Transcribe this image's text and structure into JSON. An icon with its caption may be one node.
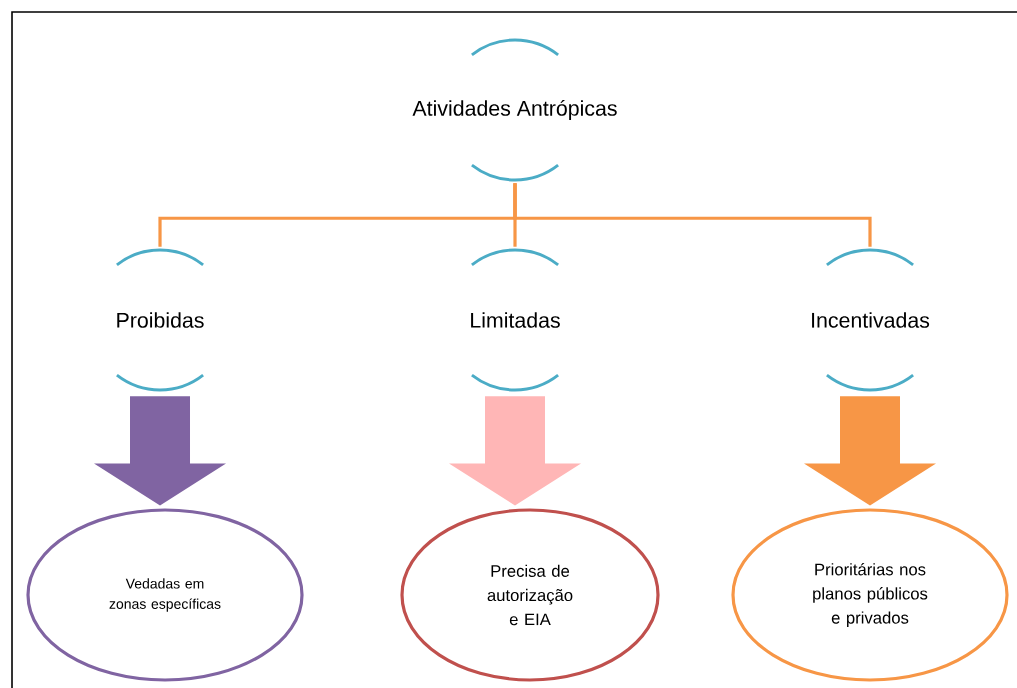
{
  "diagram": {
    "nodes": [
      {
        "text": [
          "Atividades Antrópicas"
        ]
      },
      {
        "text": [
          "Proibidas"
        ]
      },
      {
        "text": [
          "Limitadas"
        ]
      },
      {
        "text": [
          "Incentivadas"
        ]
      },
      {
        "text": [
          "Vedadas em zonas específicas"
        ]
      },
      {
        "text": [
          "Precisa de autorização e EIA"
        ]
      },
      {
        "text": [
          "Prioritárias nos planos públicos e privados"
        ]
      }
    ],
    "edges": [
      {
        "from": 0,
        "to": 1,
        "arrow": "none"
      },
      {
        "from": 0,
        "to": 2,
        "arrow": "none"
      },
      {
        "from": 0,
        "to": 3,
        "arrow": "none"
      },
      {
        "from": 1,
        "to": 4,
        "arrow": "to",
        "style": "thick",
        "color": "#8064a2"
      },
      {
        "from": 2,
        "to": 5,
        "arrow": "to",
        "style": "thick",
        "color": "#ffb6b6"
      },
      {
        "from": 3,
        "to": 6,
        "arrow": "to",
        "style": "thick"
      }
    ]
  }
}
